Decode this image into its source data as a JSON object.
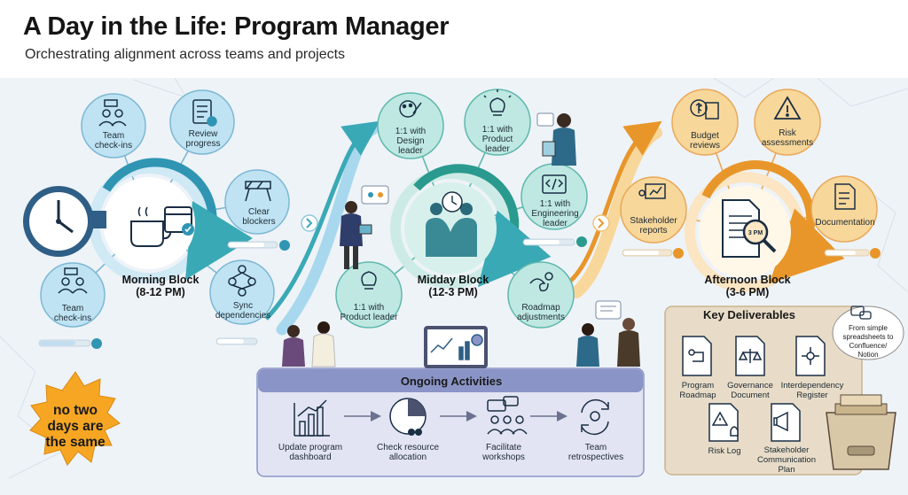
{
  "header": {
    "title": "A Day in the Life: Program Manager",
    "subtitle": "Orchestrating alignment across teams and projects"
  },
  "morning": {
    "label": "Morning Block",
    "time": "(8-12 PM)",
    "nodes": {
      "team_checkins_top": [
        "Team",
        "check-ins"
      ],
      "review_progress": [
        "Review",
        "progress"
      ],
      "clear_blockers": [
        "Clear",
        "blockers"
      ],
      "sync_dependencies": [
        "Sync",
        "dependencies"
      ],
      "team_checkins_bottom": [
        "Team",
        "check-ins"
      ]
    }
  },
  "midday": {
    "label": "Midday Block",
    "time": "(12-3 PM)",
    "nodes": {
      "design_leader": [
        "1:1 with",
        "Design",
        "leader"
      ],
      "product_leader_top": [
        "1:1 with",
        "Product",
        "leader"
      ],
      "engineering_leader": [
        "1:1 with",
        "Engineering",
        "leader"
      ],
      "roadmap_adjustments": [
        "Roadmap",
        "adjustments"
      ],
      "product_leader_bottom": [
        "1:1 with",
        "Product leader"
      ]
    }
  },
  "afternoon": {
    "label": "Afternoon Block",
    "time": "(3-6 PM)",
    "clock_badge": "3 PM",
    "nodes": {
      "budget_reviews": [
        "Budget",
        "reviews"
      ],
      "risk_assessments": [
        "Risk",
        "assessments"
      ],
      "stakeholder_reports": [
        "Stakeholder",
        "reports"
      ],
      "documentation": [
        "Documentation"
      ]
    }
  },
  "ongoing": {
    "title": "Ongoing Activities",
    "items": [
      [
        "Update program",
        "dashboard"
      ],
      [
        "Check resource",
        "allocation"
      ],
      [
        "Facilitate",
        "workshops"
      ],
      [
        "Team",
        "retrospectives"
      ]
    ]
  },
  "deliverables": {
    "title": "Key Deliverables",
    "items": [
      [
        "Program",
        "Roadmap"
      ],
      [
        "Governance",
        "Document"
      ],
      [
        "Interdependency",
        "Register"
      ],
      [
        "Risk Log"
      ],
      [
        "Stakeholder",
        "Communication",
        "Plan"
      ]
    ],
    "bubble": [
      "From simple",
      "spreadsheets to",
      "Confluence/",
      "Notion"
    ]
  },
  "burst": [
    "no two",
    "days are",
    "the same"
  ],
  "colors": {
    "teal": "#3aa9b6",
    "light_blue": "#a8d8ee",
    "mint": "#bfe8e2",
    "orange": "#e8962a",
    "peach": "#f8d79a",
    "lavender": "#dcdff0",
    "ongoing_header": "#8a94c6",
    "deliverables_bg": "#e8dcc8",
    "burst": "#f6a623"
  }
}
